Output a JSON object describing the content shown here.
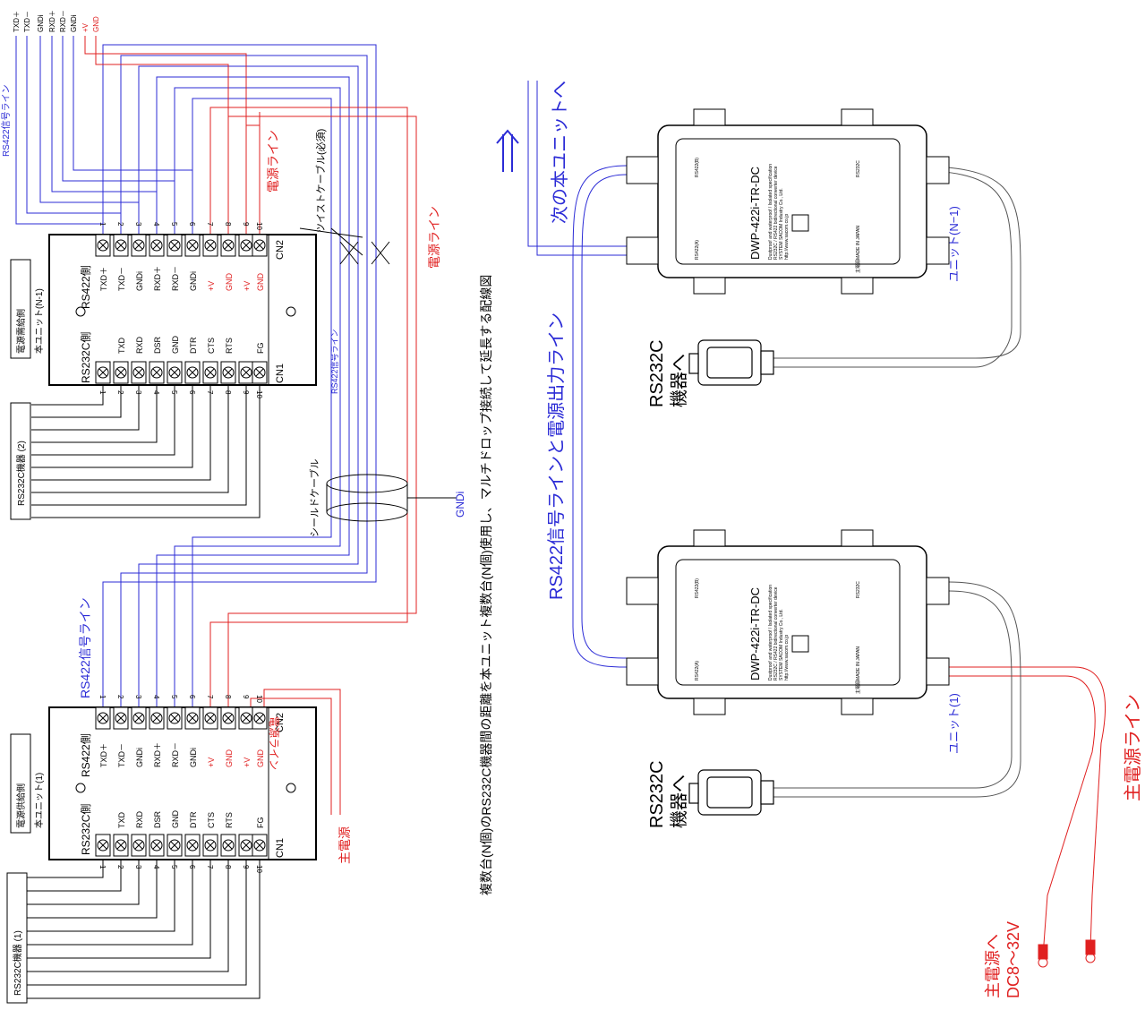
{
  "colors": {
    "signal": "#2b2bd6",
    "power": "#e02020",
    "line": "#000000",
    "grey": "#555555",
    "bg": "#ffffff"
  },
  "top_legend": [
    "TXD＋",
    "TXD－",
    "GNDi",
    "RXD＋",
    "RXD－",
    "GNDi",
    "+V",
    "GND"
  ],
  "upper_unit": {
    "rs422_side": "RS422側",
    "rs232c_side": "RS232C側",
    "supply_label": "電源需給側",
    "unit_name": "本ユニット(N-1)",
    "cn2": "CN2",
    "cn1": "CN1",
    "cn2_pins": [
      "TXD＋",
      "TXD－",
      "GNDi",
      "RXD＋",
      "RXD－",
      "GNDi",
      "+V",
      "GND",
      "+V",
      "GND"
    ],
    "cn1_pins": [
      "TXD",
      "RXD",
      "DSR",
      "GND",
      "DTR",
      "CTS",
      "RTS",
      "FG"
    ],
    "device": "RS232C機器 (2)"
  },
  "lower_unit": {
    "rs422_side": "RS422側",
    "rs232c_side": "RS232C側",
    "supply_label": "電源供給側",
    "unit_name": "本ユニット(1)",
    "cn2": "CN2",
    "cn1": "CN1",
    "cn2_pins": [
      "TXD＋",
      "TXD－",
      "GNDi",
      "RXD＋",
      "RXD－",
      "GNDi",
      "+V",
      "GND",
      "+V",
      "GND"
    ],
    "cn1_pins": [
      "TXD",
      "RXD",
      "DSR",
      "GND",
      "DTR",
      "CTS",
      "RTS",
      "FG"
    ],
    "device": "RS232C機器 (1)"
  },
  "pin_numbers": [
    "1",
    "2",
    "3",
    "4",
    "5",
    "6",
    "7",
    "8",
    "9",
    "10"
  ],
  "labels": {
    "rs422_line_top": "RS422信号ライン",
    "rs422_line_mid": "RS422信号ライン",
    "rs422_line_lower": "RS422信号ライン",
    "power_line_a": "電源ライン",
    "power_line_b": "電源ライン",
    "power_line_c": "電源ライン",
    "main_power": "主電源",
    "twist_cable": "ツイストケーブル(必須)",
    "shield_cable": "シールドケーブル",
    "gndi": "GNDi",
    "caption": "複数台(N個)のRS232C機器間の距離を本ユニット複数台(N個)使用し、マルチドロップ接続して延長する配線図",
    "next_unit": "次の本ユニットへ",
    "rs422_power_out": "RS422信号ラインと電源出力ライン",
    "unit_n1": "ユニット(N−1)",
    "unit_1": "ユニット(1)",
    "to_rs232c_1": "RS232C",
    "to_rs232c_2": "機器へ",
    "main_power_line": "主電源ライン",
    "to_main_power": "主電源へ",
    "dc_range": "DC8～32V",
    "model": "DWP-422i-TR-DC",
    "model_sub1": "Dustproof and waterproof / Isolated specification",
    "model_sub2": "RS232C / RS422 bidirectional converter device",
    "model_sub3": "SYSTEM SACOM Industry Co., Ltd.",
    "model_sub4": "http://www.sacom.co.jp",
    "made_in": "MADE IN JAPAN",
    "rs232c_port": "RS232C",
    "rs422_b": "RS422(B)",
    "rs422_a": "RS422(A)",
    "main_psu": "主電源"
  }
}
